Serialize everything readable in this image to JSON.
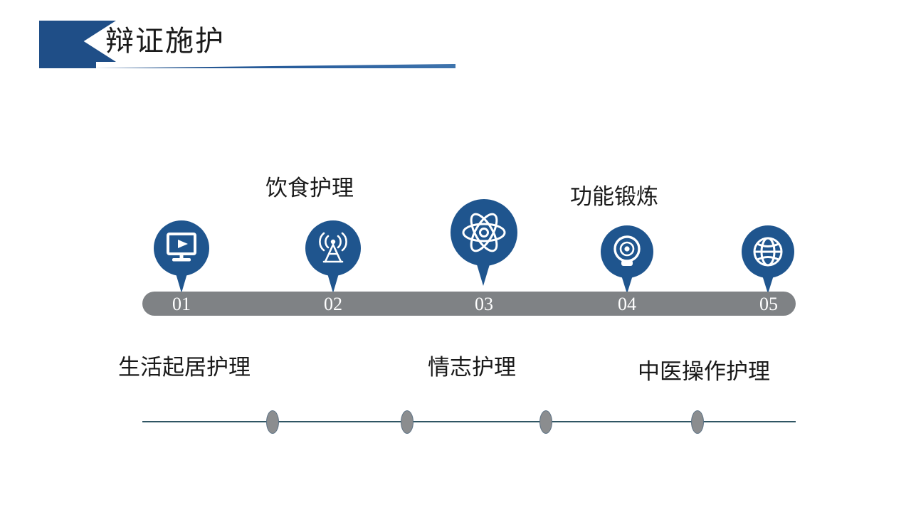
{
  "slide": {
    "title": "辩证施护",
    "background_color": "#ffffff",
    "accent_color": "#1f4e87",
    "pin_color": "#1f558e",
    "bar_color": "#7f8285",
    "node_color": "#8b8d8f",
    "rule_color": "#2f5563"
  },
  "timeline": {
    "steps": [
      {
        "number": "01",
        "icon": "monitor-play-icon",
        "caption": "生活起居护理",
        "caption_position": "bottom"
      },
      {
        "number": "02",
        "icon": "broadcast-tower-icon",
        "caption": "饮食护理",
        "caption_position": "top"
      },
      {
        "number": "03",
        "icon": "atom-icon",
        "caption": "情志护理",
        "caption_position": "bottom"
      },
      {
        "number": "04",
        "icon": "webcam-icon",
        "caption": "功能锻炼",
        "caption_position": "top"
      },
      {
        "number": "05",
        "icon": "globe-icon",
        "caption": "中医操作护理",
        "caption_position": "bottom"
      }
    ]
  },
  "captions": {
    "top": [
      {
        "text": "饮食护理"
      },
      {
        "text": "功能锻炼"
      }
    ],
    "bottom": [
      {
        "text": "生活起居护理"
      },
      {
        "text": "情志护理"
      },
      {
        "text": "中医操作护理"
      }
    ]
  },
  "bottom_track": {
    "node_count": 4
  }
}
